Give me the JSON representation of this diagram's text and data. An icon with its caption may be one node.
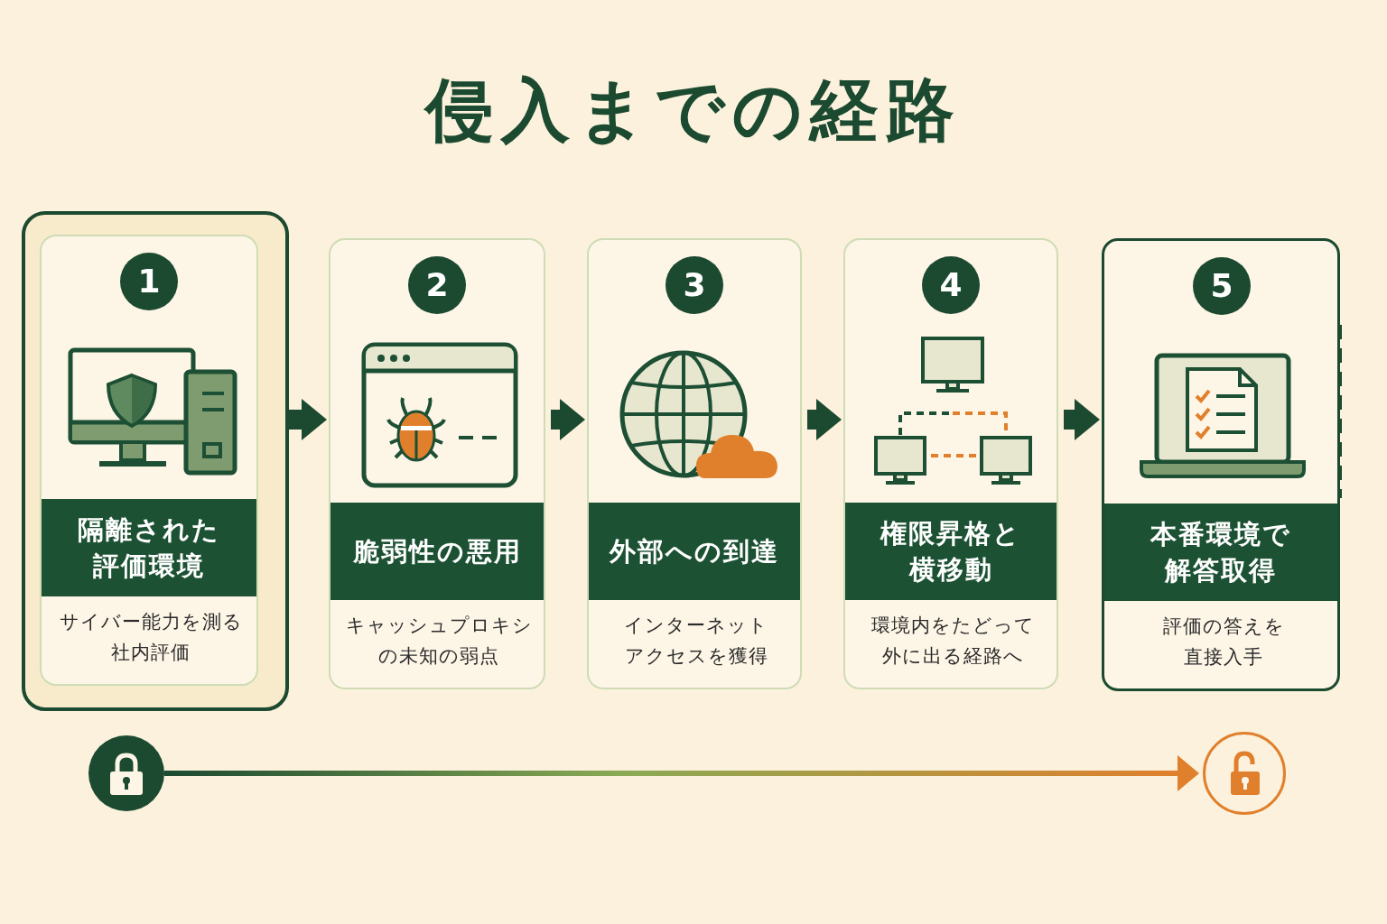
{
  "diagram": {
    "title": "侵入までの経路",
    "nodes": [
      {
        "text": [],
        "shape": "box"
      },
      {
        "text": [
          "1",
          "隔離された評価環境",
          "サイバー能力を測る社内評価"
        ],
        "in": 0
      },
      {
        "text": [
          "2",
          "脆弱性の悪用",
          "キャッシュプロキシの未知の弱点"
        ]
      },
      {
        "text": [
          "3",
          "外部への到達",
          "インターネットアクセスを獲得"
        ]
      },
      {
        "text": [
          "4",
          "権限昇格と横移動",
          "環境内をたどって外に出る経路へ"
        ]
      },
      {
        "text": [
          "5",
          "本番環境で解答取得",
          "評価の答えを直接入手"
        ]
      },
      {
        "text": [],
        "shape": "circle"
      },
      {
        "text": [],
        "shape": "circle"
      }
    ],
    "edges": [
      {
        "from": 1,
        "to": 2,
        "arrow": "to"
      },
      {
        "from": 2,
        "to": 3,
        "arrow": "to"
      },
      {
        "from": 3,
        "to": 4,
        "arrow": "to"
      },
      {
        "from": 4,
        "to": 5,
        "arrow": "to"
      },
      {
        "from": 6,
        "to": 7,
        "arrow": "to"
      }
    ]
  }
}
